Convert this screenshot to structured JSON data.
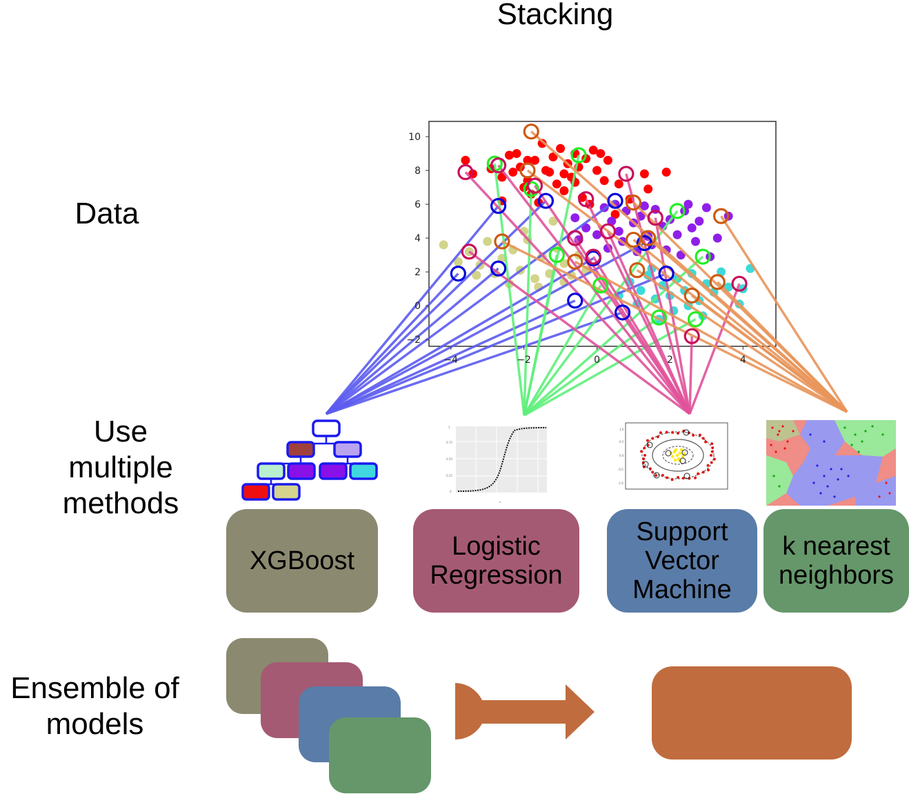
{
  "title": "Stacking",
  "rows": {
    "data": "Data",
    "methods_lines": [
      "Use",
      "multiple",
      "methods"
    ],
    "ensemble_lines": [
      "Ensemble of",
      "models"
    ]
  },
  "colors": {
    "xgboost": "#8b8970",
    "logistic": "#a55a73",
    "svm": "#5a7ca8",
    "knn": "#65976a",
    "result": "#c06c3e",
    "line_blue": "#5b5bf0",
    "line_green": "#5ef07a",
    "line_pink": "#e0529a",
    "line_orange": "#e8955a"
  },
  "methods": [
    {
      "lines": [
        "XGBoost"
      ],
      "color_key": "xgboost",
      "icon": "decision-tree-icon"
    },
    {
      "lines": [
        "Logistic",
        "Regression"
      ],
      "color_key": "logistic",
      "icon": "sigmoid-curve-icon"
    },
    {
      "lines": [
        "Support",
        "Vector",
        "Machine"
      ],
      "color_key": "svm",
      "icon": "svm-boundary-icon"
    },
    {
      "lines": [
        "k nearest",
        "neighbors"
      ],
      "color_key": "knn",
      "icon": "voronoi-regions-icon"
    }
  ],
  "chart_data": {
    "type": "scatter",
    "title": "",
    "xlabel": "",
    "ylabel": "",
    "xlim": [
      -4.6,
      4.9
    ],
    "ylim": [
      -2.4,
      10.9
    ],
    "xticks": [
      -4,
      -2,
      0,
      2,
      4
    ],
    "yticks": [
      -2,
      0,
      2,
      4,
      6,
      8,
      10
    ],
    "xtick_labels": [
      "−4",
      "−2",
      "0",
      "2",
      "4"
    ],
    "ytick_labels": [
      "−2",
      "0",
      "2",
      "4",
      "6",
      "8",
      "10"
    ],
    "grid": false,
    "series": [
      {
        "color": "#ff0000",
        "points": [
          [
            -3.6,
            8.6
          ],
          [
            -3.4,
            7.8
          ],
          [
            -2.9,
            8.1
          ],
          [
            -2.6,
            7.6
          ],
          [
            -2.4,
            8.9
          ],
          [
            -2.2,
            9.0
          ],
          [
            -2.1,
            8.2
          ],
          [
            -1.9,
            7.4
          ],
          [
            -1.7,
            8.6
          ],
          [
            -1.5,
            9.6
          ],
          [
            -1.3,
            7.9
          ],
          [
            -1.2,
            8.8
          ],
          [
            -1.0,
            9.3
          ],
          [
            -0.8,
            8.4
          ],
          [
            -0.7,
            7.6
          ],
          [
            -0.6,
            9.0
          ],
          [
            -0.5,
            8.2
          ],
          [
            -0.3,
            8.7
          ],
          [
            -0.1,
            9.2
          ],
          [
            0.0,
            8.0
          ],
          [
            0.2,
            7.4
          ],
          [
            0.3,
            8.6
          ],
          [
            -2.0,
            7.0
          ],
          [
            -1.8,
            6.6
          ],
          [
            -1.1,
            7.2
          ],
          [
            -0.9,
            6.8
          ],
          [
            -0.4,
            6.4
          ],
          [
            0.6,
            7.2
          ],
          [
            1.3,
            7.8
          ],
          [
            1.4,
            6.9
          ],
          [
            0.9,
            6.3
          ],
          [
            -2.6,
            6.2
          ],
          [
            -1.6,
            6.1
          ],
          [
            -0.2,
            6.0
          ],
          [
            0.5,
            5.4
          ],
          [
            1.9,
            7.9
          ],
          [
            -1.4,
            8.0
          ],
          [
            -0.6,
            7.3
          ],
          [
            -2.3,
            7.9
          ],
          [
            0.1,
            9.0
          ],
          [
            -1.9,
            8.6
          ],
          [
            -0.9,
            7.8
          ]
        ]
      },
      {
        "color": "#8f1fe8",
        "points": [
          [
            -0.6,
            5.2
          ],
          [
            -0.3,
            4.6
          ],
          [
            0.0,
            4.2
          ],
          [
            0.2,
            5.8
          ],
          [
            0.4,
            5.0
          ],
          [
            0.6,
            4.4
          ],
          [
            0.8,
            5.6
          ],
          [
            1.0,
            4.9
          ],
          [
            1.2,
            5.3
          ],
          [
            1.4,
            4.1
          ],
          [
            1.6,
            5.7
          ],
          [
            1.8,
            4.7
          ],
          [
            2.0,
            5.1
          ],
          [
            2.2,
            4.2
          ],
          [
            2.4,
            5.6
          ],
          [
            2.6,
            4.6
          ],
          [
            2.8,
            5.0
          ],
          [
            3.0,
            5.8
          ],
          [
            3.3,
            4.0
          ],
          [
            0.3,
            3.4
          ],
          [
            0.7,
            3.8
          ],
          [
            1.1,
            3.2
          ],
          [
            1.5,
            3.6
          ],
          [
            1.9,
            3.3
          ],
          [
            2.3,
            3.0
          ],
          [
            2.7,
            3.8
          ],
          [
            -0.5,
            3.9
          ],
          [
            3.6,
            5.3
          ],
          [
            3.1,
            2.9
          ],
          [
            1.3,
            5.9
          ],
          [
            0.5,
            6.0
          ],
          [
            2.5,
            6.0
          ]
        ]
      },
      {
        "color": "#d2d48a",
        "points": [
          [
            -4.2,
            3.6
          ],
          [
            -3.8,
            2.6
          ],
          [
            -3.5,
            3.2
          ],
          [
            -3.2,
            2.4
          ],
          [
            -3.0,
            3.8
          ],
          [
            -2.8,
            1.9
          ],
          [
            -2.6,
            2.8
          ],
          [
            -2.3,
            3.3
          ],
          [
            -2.1,
            2.1
          ],
          [
            -1.9,
            3.9
          ],
          [
            -1.7,
            1.6
          ],
          [
            -1.5,
            2.9
          ],
          [
            -1.3,
            1.9
          ],
          [
            -1.1,
            3.4
          ],
          [
            -0.9,
            2.5
          ],
          [
            -0.7,
            1.8
          ],
          [
            -0.5,
            3.0
          ],
          [
            -0.3,
            2.1
          ],
          [
            -2.4,
            1.3
          ],
          [
            -1.6,
            1.1
          ],
          [
            -0.9,
            1.4
          ],
          [
            -1.2,
            5.0
          ],
          [
            -3.3,
            1.8
          ],
          [
            -2.0,
            4.4
          ]
        ]
      },
      {
        "color": "#3ed9d9",
        "points": [
          [
            0.6,
            0.6
          ],
          [
            0.9,
            1.4
          ],
          [
            1.2,
            0.9
          ],
          [
            1.4,
            1.8
          ],
          [
            1.6,
            0.4
          ],
          [
            1.8,
            1.2
          ],
          [
            2.0,
            0.6
          ],
          [
            2.2,
            1.6
          ],
          [
            2.4,
            0.9
          ],
          [
            2.6,
            1.9
          ],
          [
            2.8,
            0.3
          ],
          [
            3.0,
            1.3
          ],
          [
            3.2,
            0.8
          ],
          [
            3.4,
            2.0
          ],
          [
            3.6,
            1.1
          ],
          [
            3.9,
            0.1
          ],
          [
            4.2,
            2.2
          ],
          [
            1.1,
            0.1
          ],
          [
            2.1,
            -0.3
          ],
          [
            2.9,
            -0.6
          ],
          [
            1.5,
            2.2
          ],
          [
            4.0,
            1.0
          ],
          [
            2.5,
            0.0
          ],
          [
            1.7,
            -0.8
          ]
        ]
      }
    ],
    "highlighted_samples": [
      {
        "color": "#0000dd",
        "points": [
          [
            -3.8,
            1.9
          ],
          [
            -2.7,
            5.9
          ],
          [
            -2.7,
            2.2
          ],
          [
            -1.4,
            6.2
          ],
          [
            -0.6,
            0.3
          ],
          [
            -0.1,
            2.8
          ],
          [
            0.5,
            6.2
          ],
          [
            0.7,
            -0.4
          ],
          [
            1.3,
            3.7
          ],
          [
            1.9,
            1.9
          ]
        ]
      },
      {
        "color": "#22ee22",
        "points": [
          [
            -2.8,
            8.4
          ],
          [
            -0.5,
            8.9
          ],
          [
            -1.8,
            6.9
          ],
          [
            -1.1,
            3.0
          ],
          [
            0.1,
            1.2
          ],
          [
            1.7,
            -0.7
          ],
          [
            2.2,
            5.6
          ],
          [
            2.9,
            2.9
          ],
          [
            2.7,
            -0.8
          ]
        ]
      },
      {
        "color": "#c8105a",
        "points": [
          [
            -3.6,
            7.9
          ],
          [
            -3.5,
            3.2
          ],
          [
            -2.7,
            8.3
          ],
          [
            -1.7,
            7.1
          ],
          [
            -0.3,
            6.3
          ],
          [
            0.3,
            4.4
          ],
          [
            0.8,
            7.8
          ],
          [
            1.6,
            5.2
          ],
          [
            2.6,
            -1.8
          ],
          [
            3.9,
            1.3
          ],
          [
            -0.6,
            4.0
          ],
          [
            -0.1,
            2.9
          ]
        ]
      },
      {
        "color": "#cc5a10",
        "points": [
          [
            -1.8,
            10.3
          ],
          [
            -1.9,
            8.0
          ],
          [
            -2.6,
            3.8
          ],
          [
            -0.6,
            2.6
          ],
          [
            1.0,
            6.1
          ],
          [
            1.0,
            3.9
          ],
          [
            1.1,
            2.1
          ],
          [
            2.6,
            0.6
          ],
          [
            3.3,
            1.4
          ],
          [
            3.4,
            5.3
          ],
          [
            1.4,
            4.0
          ]
        ]
      }
    ]
  }
}
